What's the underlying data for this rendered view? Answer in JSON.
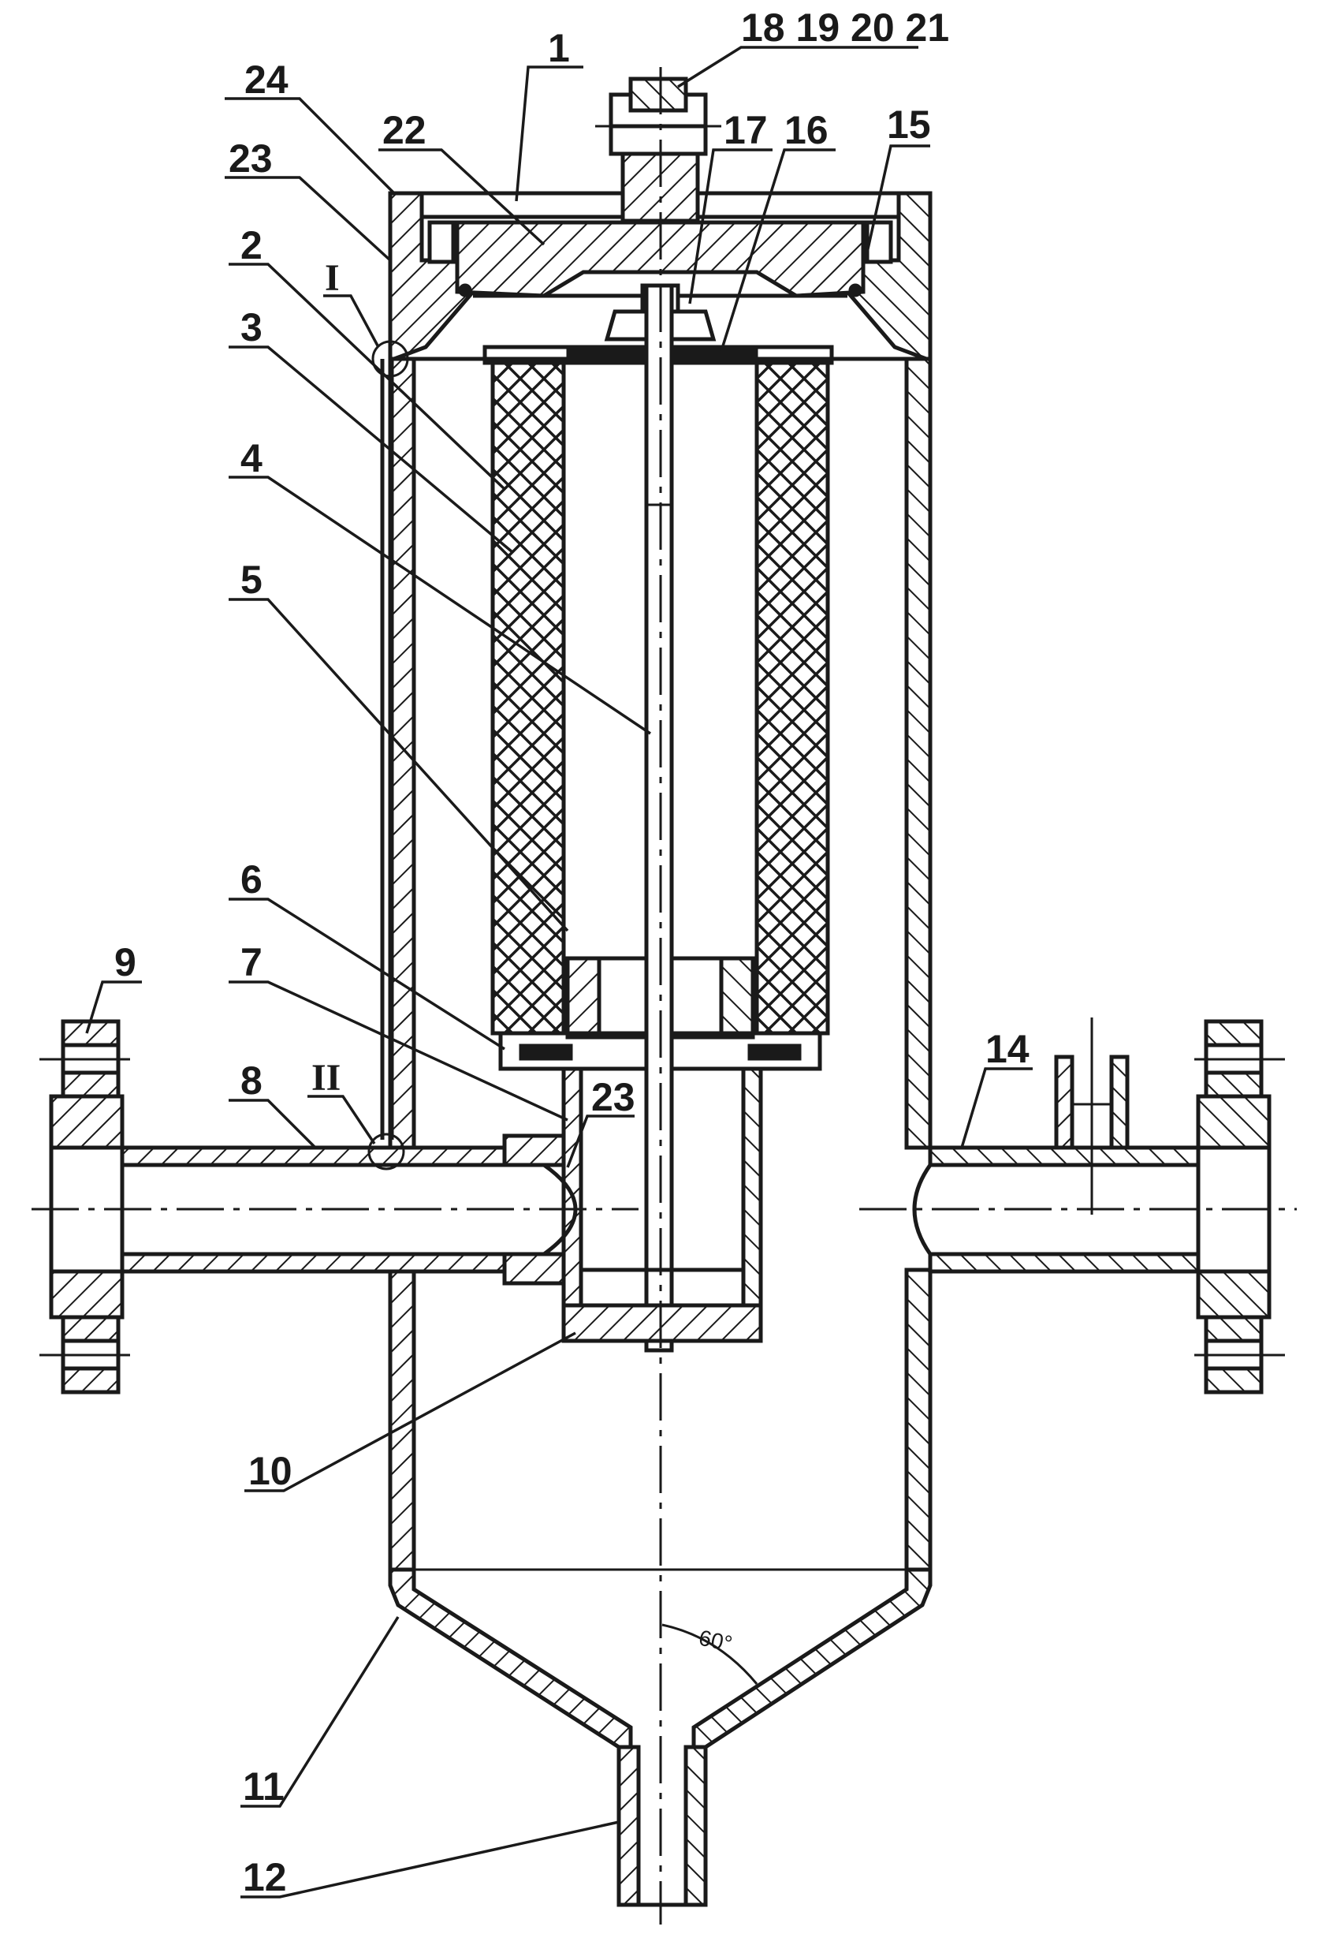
{
  "part_labels": {
    "p1": "1",
    "p2": "2",
    "p3": "3",
    "p4": "4",
    "p5": "5",
    "p6": "6",
    "p7": "7",
    "p8": "8",
    "p9": "9",
    "p10": "10",
    "p11": "11",
    "p12": "12",
    "p14": "14",
    "p15": "15",
    "p16": "16",
    "p17": "17",
    "p18_21": "18 19 20 21",
    "p22": "22",
    "p23_top": "23",
    "p23_mid": "23",
    "p24": "24"
  },
  "detail_labels": {
    "d1": "I",
    "d2": "II"
  },
  "angle_label": "60°",
  "colors": {
    "ink": "#1a1a1a",
    "paper": "#ffffff"
  }
}
